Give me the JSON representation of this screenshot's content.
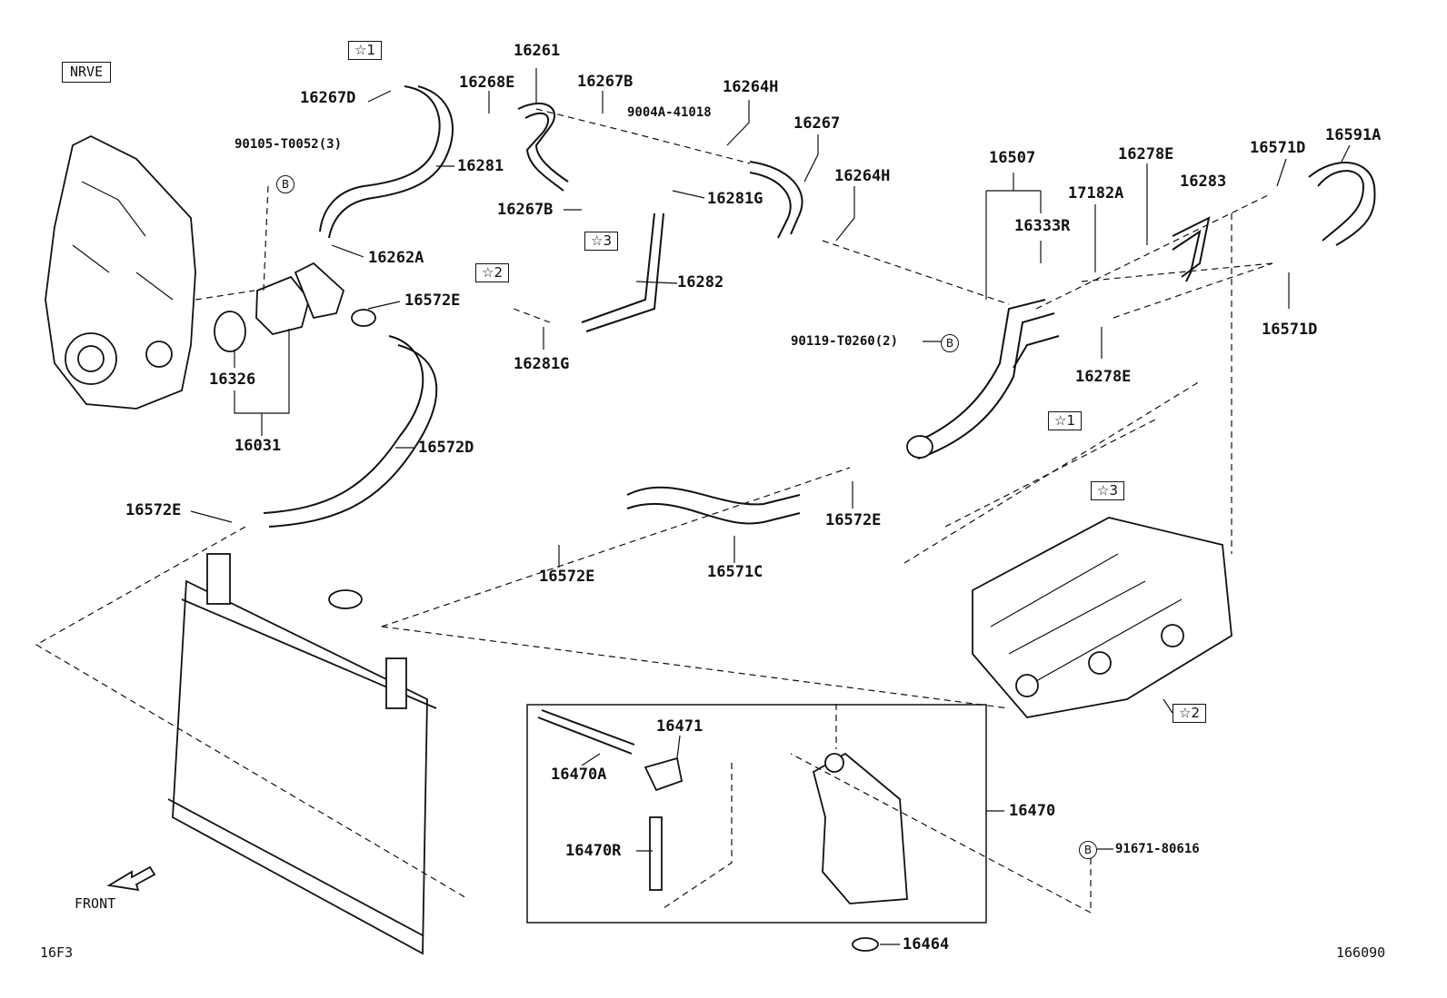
{
  "engine_code": "NRVE",
  "figure_code": "16F3",
  "figure_number": "166090",
  "front_label": "FRONT",
  "ref_markers": {
    "star1": "☆1",
    "star2": "☆2",
    "star3": "☆3",
    "b": "B"
  },
  "parts": {
    "p16267D": "16267D",
    "p90105": "90105-T0052(3)",
    "p16281": "16281",
    "p16262A": "16262A",
    "p16572E_top": "16572E",
    "p16326": "16326",
    "p16031": "16031",
    "p16572D": "16572D",
    "p16572E_left": "16572E",
    "p16261": "16261",
    "p16268E": "16268E",
    "p16267B_top": "16267B",
    "p9004A": "9004A-41018",
    "p16264H_top": "16264H",
    "p16267": "16267",
    "p16264H_right": "16264H",
    "p16267B_mid": "16267B",
    "p16281G_mid": "16281G",
    "p16282": "16282",
    "p16281G_low": "16281G",
    "p16507": "16507",
    "p16278E_top": "16278E",
    "p16571D_top": "16571D",
    "p16591A": "16591A",
    "p17182A": "17182A",
    "p16283": "16283",
    "p16333R": "16333R",
    "p90119": "90119-T0260(2)",
    "p16278E_low": "16278E",
    "p16571D_low": "16571D",
    "p16572E_mid": "16572E",
    "p16572E_low": "16572E",
    "p16571C": "16571C",
    "p16471": "16471",
    "p16470A": "16470A",
    "p16470R": "16470R",
    "p16470": "16470",
    "p91671": "91671-80616",
    "p16464": "16464"
  }
}
